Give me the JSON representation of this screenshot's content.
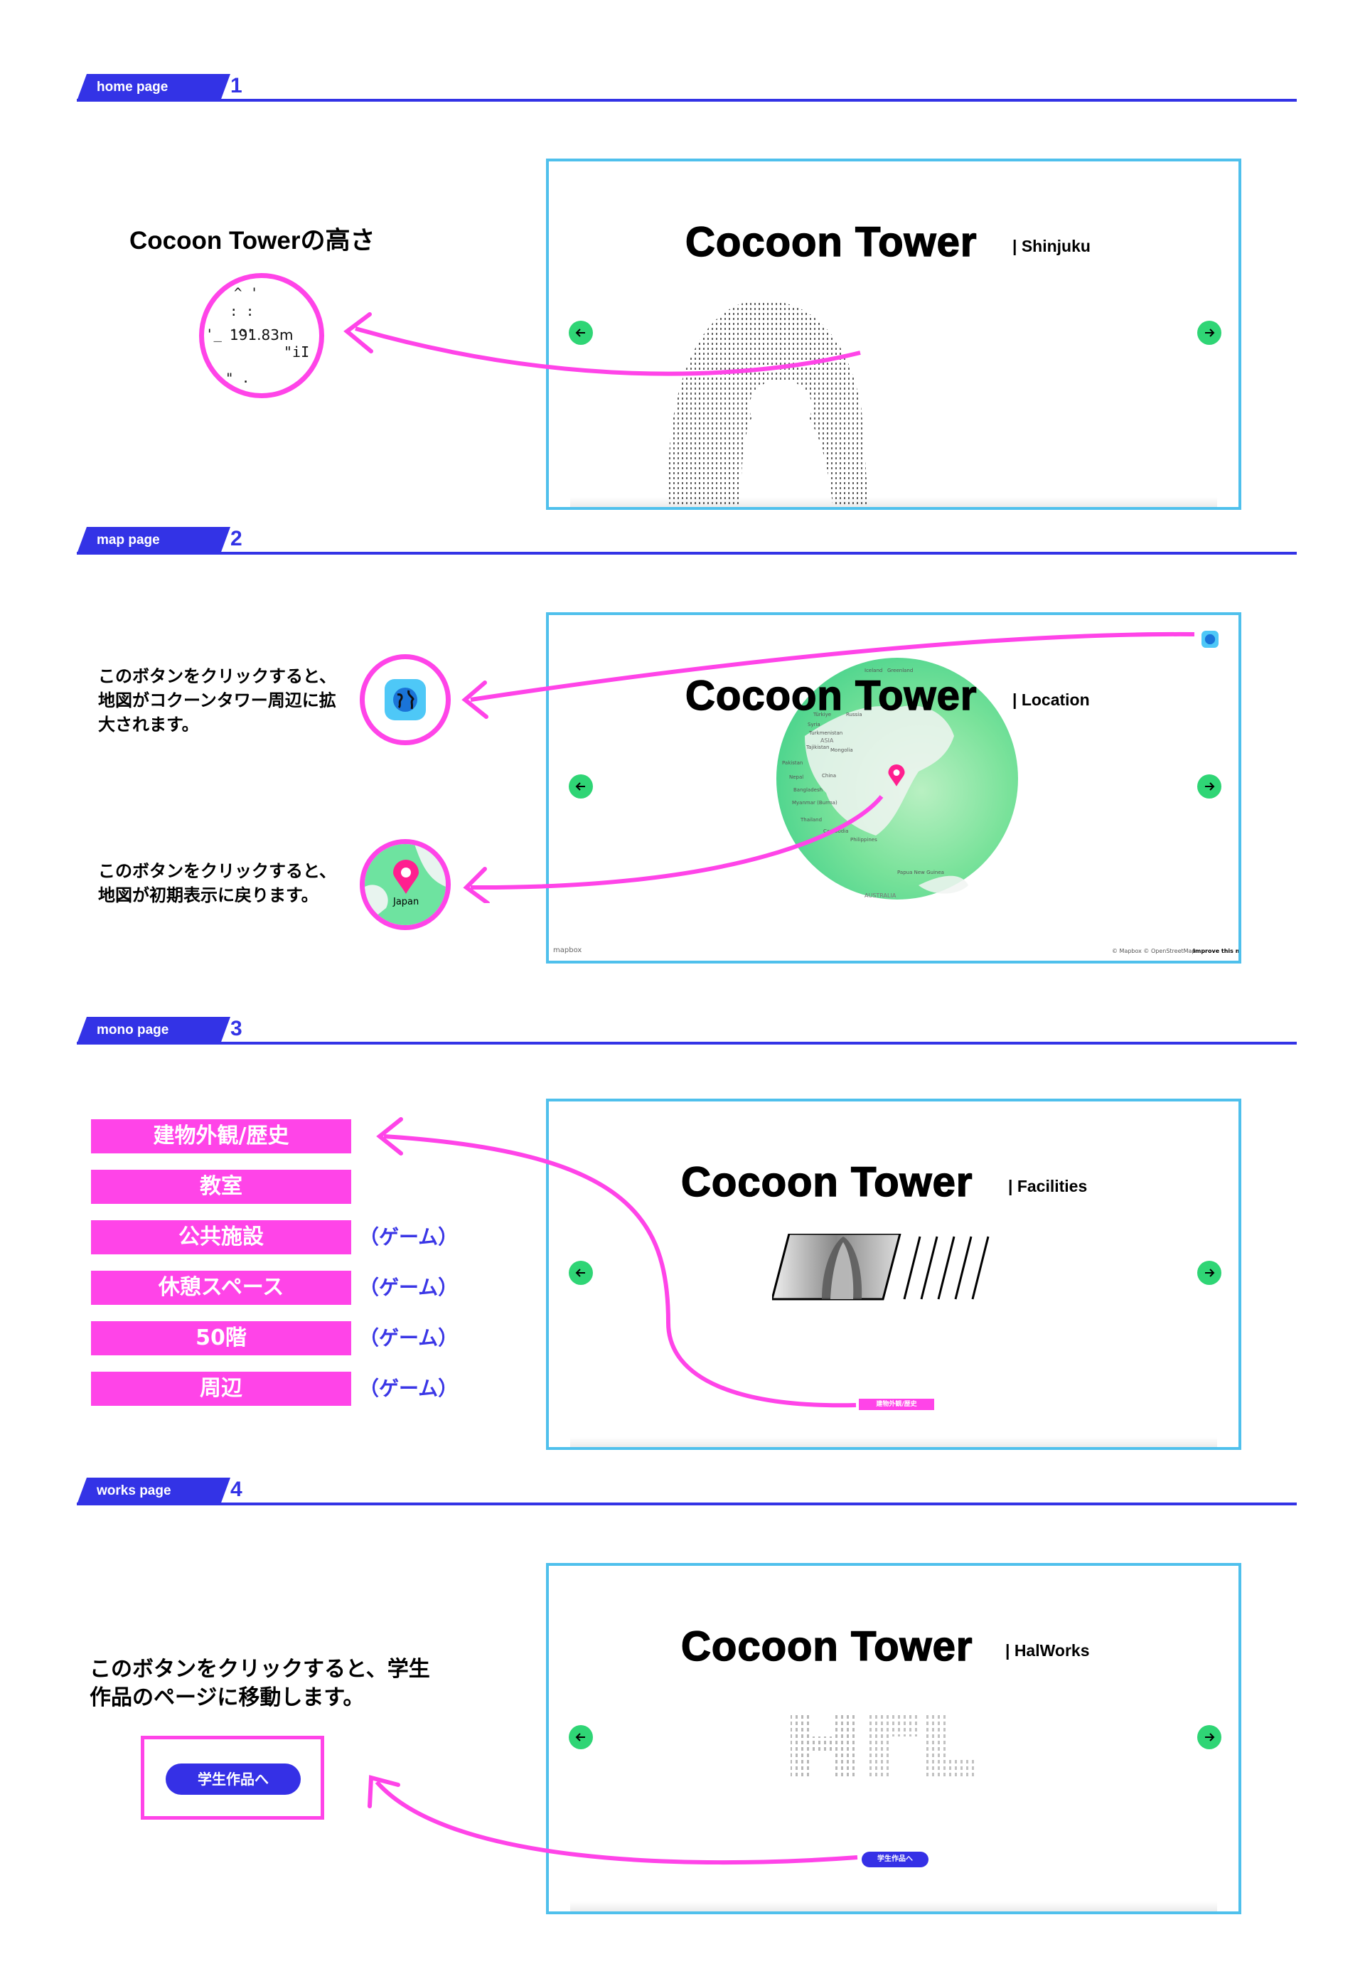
{
  "sections": [
    {
      "tag": "home page",
      "number": "1"
    },
    {
      "tag": "map page",
      "number": "2"
    },
    {
      "tag": "mono page",
      "number": "3"
    },
    {
      "tag": "works page",
      "number": "4"
    }
  ],
  "brand": "Cocoon Tower",
  "home": {
    "subtitle": "| Shinjuku",
    "note_title": "Cocoon Towerの高さ",
    "height_value": "191.83m",
    "ascii_lines": [
      "^   '",
      ":   :",
      "'_  '^'",
      "\"iI",
      "\"       ."
    ]
  },
  "map": {
    "subtitle": "| Location",
    "note_globe": "このボタンをクリックすると、地図がコクーンタワー周辺に拡大されます。",
    "note_pin": "このボタンをクリックすると、地図が初期表示に戻ります。",
    "pin_label": "Japan",
    "map_labels": [
      "Iceland",
      "Greenland",
      "Türkiye",
      "Russia",
      "Syria",
      "Turkmenistan",
      "ASIA",
      "Tajikistan",
      "Mongolia",
      "Pakistan",
      "Nepal",
      "China",
      "Bangladesh",
      "Myanmar (Burma)",
      "Thailand",
      "Philippines",
      "Papua New Guinea",
      "AUSTRALIA",
      "Cambodia"
    ],
    "attribution_logo": "mapbox",
    "attribution_text": "© Mapbox © OpenStreetMap",
    "attribution_link": "Improve this map"
  },
  "mono": {
    "subtitle": "| Facilities",
    "menu": [
      {
        "label": "建物外観/歴史",
        "game": ""
      },
      {
        "label": "教室",
        "game": ""
      },
      {
        "label": "公共施設",
        "game": "（ゲーム）"
      },
      {
        "label": "休憩スペース",
        "game": "（ゲーム）"
      },
      {
        "label": "50階",
        "game": "（ゲーム）"
      },
      {
        "label": "周辺",
        "game": "（ゲーム）"
      }
    ],
    "mini_button": "建物外観/歴史"
  },
  "works": {
    "subtitle": "| HalWorks",
    "note": "このボタンをクリックすると、学生作品のページに移動します。",
    "button_label": "学生作品へ",
    "mini_button": "学生作品へ"
  },
  "colors": {
    "accent_blue": "#3333e6",
    "frame_cyan": "#4fc0ec",
    "pink": "#ff44e8",
    "nav_green": "#2fd575"
  }
}
